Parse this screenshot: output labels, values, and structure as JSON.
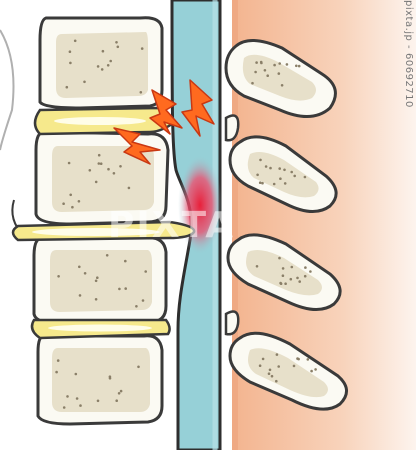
{
  "watermark": {
    "center_text": "PIXTA",
    "side_site": "pixta.jp",
    "side_separator": "-",
    "side_id": "60692710"
  },
  "colors": {
    "bone_fill": "#e7e0ca",
    "bone_outline": "#3a3a3a",
    "bone_rim": "#fbfaf3",
    "disc_fill": "#f6e98c",
    "disc_core": "#fffde8",
    "canal_fill": "#96d0d7",
    "pain_red": "#e8203a",
    "bolt_orange": "#ff6a1f",
    "bolt_outline": "#c93813",
    "soft_tissue": "#f7c9a9"
  },
  "icons": [
    "lightning-bolt-icon"
  ]
}
